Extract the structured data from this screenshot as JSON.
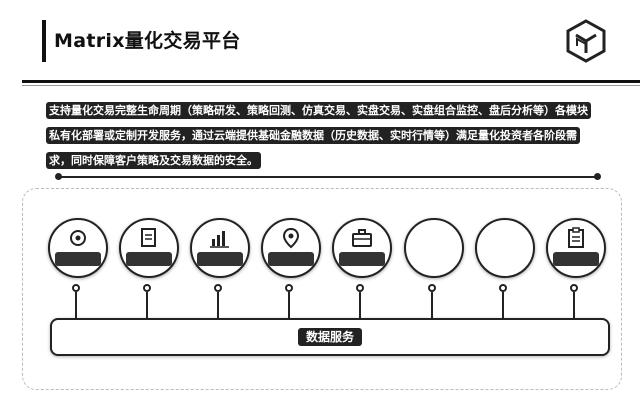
{
  "header": {
    "title": "Matrix量化交易平台",
    "logo_icon": "matrix-cube-logo-icon"
  },
  "description": "支持量化交易完整生命周期（策略研发、策略回测、仿真交易、实盘交易、实盘组合监控、盘后分析等）各模块私有化部署或定制开发服务，通过云端提供基础金融数据（历史数据、实时行情等）满足量化投资者各阶段需求，同时保障客户策略及交易数据的安全。",
  "modules": [
    {
      "label": "",
      "icon": "gear-icon"
    },
    {
      "label": "",
      "icon": "document-icon"
    },
    {
      "label": "",
      "icon": "bar-chart-icon"
    },
    {
      "label": "",
      "icon": "location-pin-icon"
    },
    {
      "label": "",
      "icon": "briefcase-icon"
    },
    {
      "label": "",
      "icon": "blank-icon"
    },
    {
      "label": "",
      "icon": "blank-icon"
    },
    {
      "label": "",
      "icon": "clipboard-icon"
    }
  ],
  "service": {
    "label": "数据服务"
  },
  "colors": {
    "primary": "#222222",
    "background": "#ffffff",
    "label_text": "#ffffff"
  }
}
